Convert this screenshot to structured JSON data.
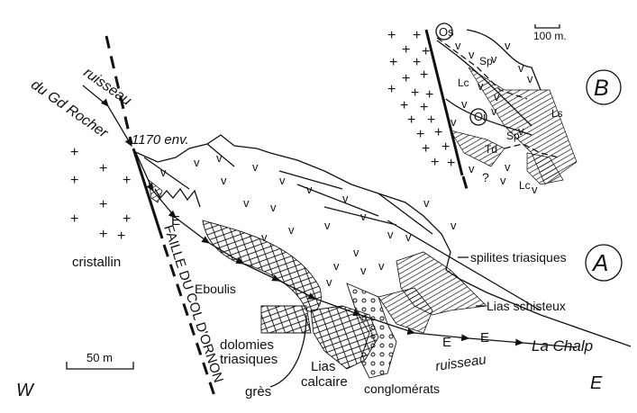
{
  "labels": {
    "stream_top_1": "ruisseau",
    "stream_top_2": "du Gd Rocher",
    "altitude": "1170 env.",
    "crystalline": "cristallin",
    "fault": "FAILLE DU COL D'ORNON",
    "eboulis": "Eboulis",
    "dolomites_1": "dolomies",
    "dolomites_2": "triasiques",
    "gres": "grès",
    "lias_calc_1": "Lias",
    "lias_calc_2": "calcaire",
    "conglomerates": "conglomérats",
    "stream_bottom": "ruisseau",
    "la_chalp": "La Chalp",
    "spilites": "spilites triasiques",
    "lias_schist": "Lias schisteux",
    "e1": "E",
    "e2": "E",
    "e3": "E",
    "west": "W",
    "east": "E",
    "scale_a": "50 m",
    "panel_a": "A",
    "panel_b": "B"
  },
  "inset": {
    "scale": "100 m.",
    "os": "Os",
    "oi": "Oi",
    "sp1": "Sp",
    "sp2": "Sp",
    "lc1": "Lc",
    "lc2": "Lc",
    "ls": "Ls",
    "td": "Td",
    "unknown": "?"
  }
}
